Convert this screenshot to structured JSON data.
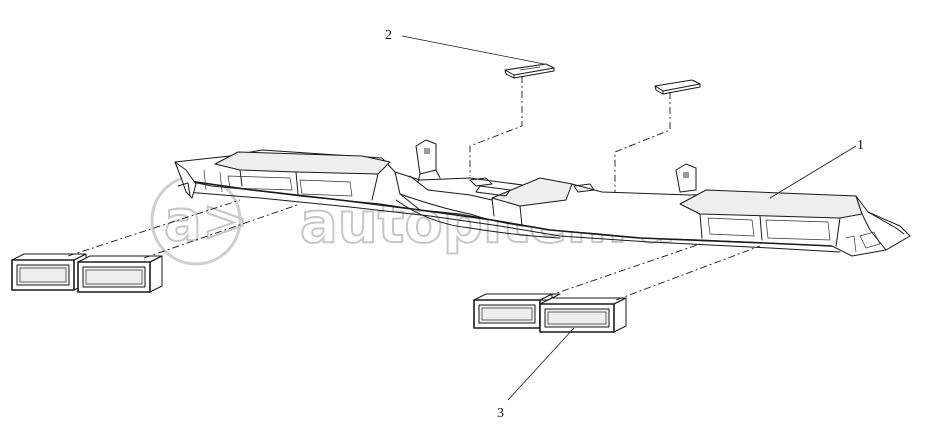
{
  "watermark": {
    "text": "autopiter.ru",
    "logo_glyph": "a>"
  },
  "callouts": [
    {
      "id": "1",
      "label": "1"
    },
    {
      "id": "2",
      "label": "2"
    },
    {
      "id": "3",
      "label": "3"
    }
  ]
}
